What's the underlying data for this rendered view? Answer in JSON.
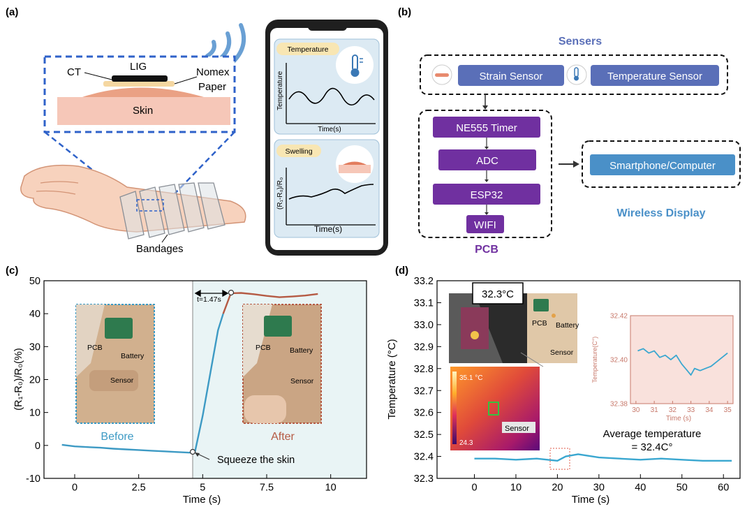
{
  "panel_labels": {
    "a": "(a)",
    "b": "(b)",
    "c": "(c)",
    "d": "(d)"
  },
  "colors": {
    "blue_dash": "#2f62c9",
    "purple": "#7030a0",
    "sensor_blue": "#5a6fb8",
    "display_blue": "#4a90c8",
    "series_c_before": "#3d9ac4",
    "series_c_after": "#b55a44",
    "series_d": "#3aa7d0",
    "panel_c_bg": "#e9f4f5",
    "panel_d_inset_bg": "#f9e1dc"
  },
  "panel_a": {
    "labels": {
      "ct": "CT",
      "lig": "LIG",
      "nomex": "Nomex",
      "paper": "Paper",
      "skin": "Skin",
      "bandages": "Bandages"
    },
    "phone": {
      "card1": {
        "tag": "Temperature",
        "ylabel": "Temperature",
        "xlabel": "Time(s)"
      },
      "card2": {
        "tag": "Swelling",
        "ylabel": "(R₁-R₀)/R₀",
        "xlabel": "Time(s)"
      }
    }
  },
  "panel_b": {
    "sensers_title": "Sensers",
    "strain": "Strain Sensor",
    "temperature": "Temperature Sensor",
    "pcb_items": [
      "NE555 Timer",
      "ADC",
      "ESP32",
      "WIFI"
    ],
    "pcb_title": "PCB",
    "display_box": "Smartphone/Computer",
    "display_title": "Wireless Display"
  },
  "chart_data": [
    {
      "type": "line",
      "panel": "(c)",
      "xlabel": "Time (s)",
      "ylabel": "(R₁-R₀)/R₀(%)",
      "xlim": [
        -1.2,
        11.4
      ],
      "ylim": [
        -10,
        50
      ],
      "xticks": [
        "0",
        "2.5",
        "5",
        "7.5",
        "10"
      ],
      "yticks": [
        "-10",
        "0",
        "10",
        "20",
        "30",
        "40",
        "50"
      ],
      "series": [
        {
          "color": "#3d9ac4",
          "x": [
            -0.5,
            0,
            0.5,
            1,
            1.5,
            2,
            2.5,
            3,
            3.5,
            4,
            4.5,
            4.7,
            5.0,
            5.3,
            5.6,
            5.8
          ],
          "y": [
            0.2,
            -0.3,
            -0.5,
            -0.7,
            -1.0,
            -1.2,
            -1.4,
            -1.6,
            -1.8,
            -2.0,
            -2.2,
            -1.9,
            9.0,
            22.0,
            35.0,
            40.0
          ]
        },
        {
          "color": "#b55a44",
          "x": [
            5.8,
            6.1,
            6.5,
            7.0,
            7.5,
            8.0,
            8.5,
            9.0,
            9.5
          ],
          "y": [
            40.0,
            46.2,
            46.3,
            45.9,
            45.4,
            45.0,
            45.2,
            45.5,
            46.0
          ]
        }
      ],
      "annotations": {
        "time_gap": "t=1.47s",
        "squeeze": "Squeeze the skin",
        "before": "Before",
        "after": "After",
        "pcb": "PCB",
        "battery": "Battery",
        "sensor": "Sensor"
      }
    },
    {
      "type": "line",
      "panel": "(d)",
      "xlabel": "Time (s)",
      "ylabel": "Temperature (°C)",
      "xlim": [
        -9,
        64
      ],
      "ylim": [
        32.3,
        33.2
      ],
      "xticks": [
        "0",
        "10",
        "20",
        "30",
        "40",
        "50",
        "60"
      ],
      "yticks": [
        "32.3",
        "32.4",
        "32.5",
        "32.6",
        "32.7",
        "32.8",
        "32.9",
        "33.0",
        "33.1",
        "33.2"
      ],
      "series": [
        {
          "color": "#3aa7d0",
          "x": [
            0,
            5,
            10,
            15,
            20,
            22,
            25,
            30,
            35,
            40,
            45,
            50,
            55,
            60,
            62
          ],
          "y": [
            32.39,
            32.39,
            32.385,
            32.39,
            32.38,
            32.4,
            32.41,
            32.395,
            32.39,
            32.385,
            32.39,
            32.385,
            32.38,
            32.38,
            32.38
          ]
        }
      ],
      "annotations": {
        "avg_line1": "Average temperature",
        "avg_line2": "= 32.4C°",
        "thermal_reading": "32.3°C",
        "scale_max": "35.1 °C",
        "scale_min": "24.3",
        "pcb": "PCB",
        "battery": "Battery",
        "sensor": "Sensor"
      },
      "inset": {
        "type": "line",
        "xlabel": "Time (s)",
        "ylabel": "Temperature(C°)",
        "xlim": [
          29.7,
          35.3
        ],
        "ylim": [
          32.38,
          32.42
        ],
        "xticks": [
          "30",
          "31",
          "32",
          "33",
          "34",
          "35"
        ],
        "yticks": [
          "32.38",
          "32.40",
          "32.42"
        ],
        "series": [
          {
            "color": "#3aa7d0",
            "x": [
              30.1,
              30.4,
              30.7,
              31.0,
              31.3,
              31.6,
              31.9,
              32.2,
              32.5,
              32.8,
              33.0,
              33.2,
              33.5,
              33.8,
              34.1,
              34.4,
              34.7,
              35.0
            ],
            "y": [
              32.404,
              32.405,
              32.403,
              32.404,
              32.401,
              32.402,
              32.4,
              32.402,
              32.398,
              32.395,
              32.393,
              32.396,
              32.395,
              32.396,
              32.397,
              32.399,
              32.401,
              32.403
            ]
          }
        ]
      }
    }
  ]
}
